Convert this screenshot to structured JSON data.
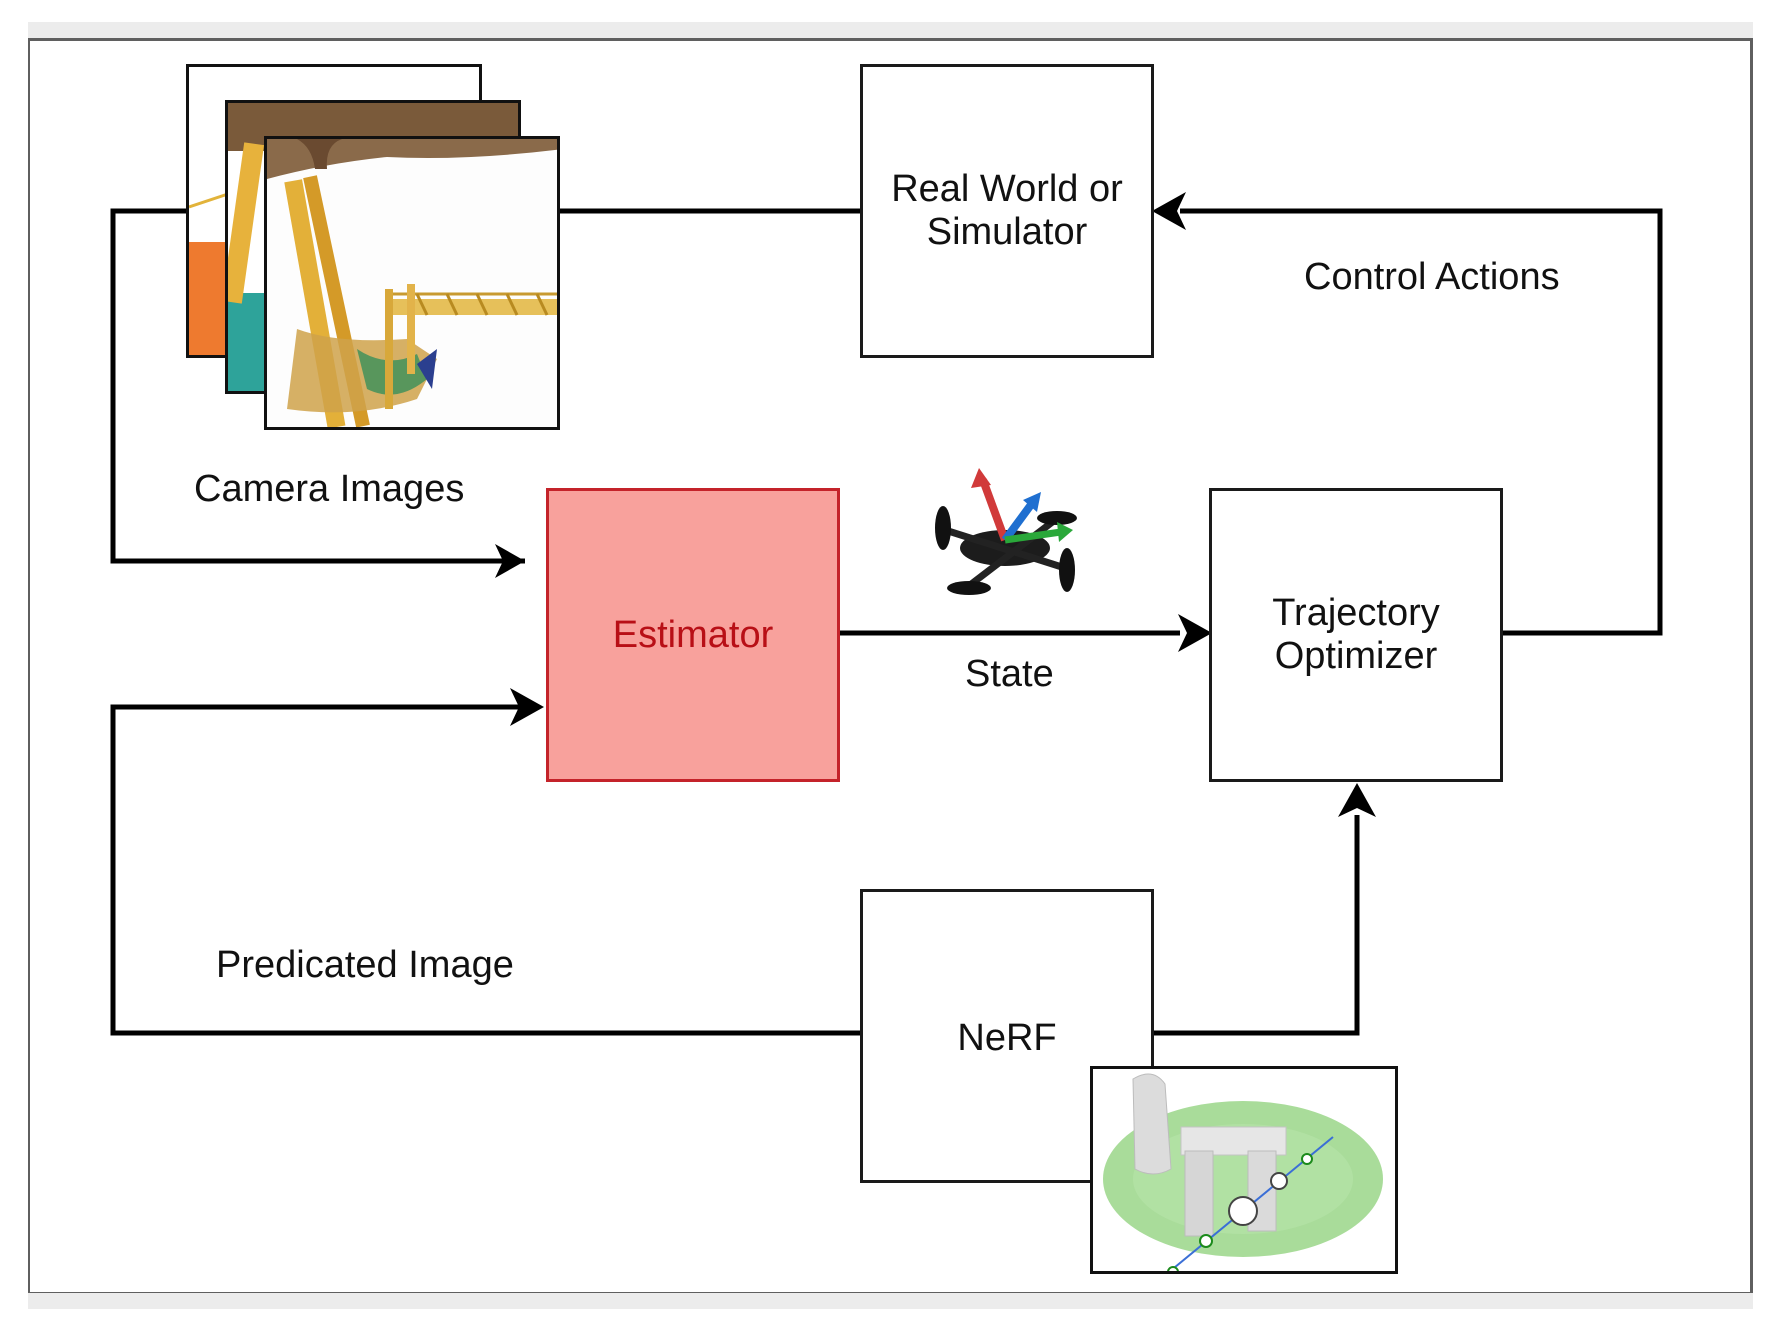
{
  "diagram": {
    "nodes": {
      "real_world": "Real World or\nSimulator",
      "estimator": "Estimator",
      "trajectory_optimizer": "Trajectory\nOptimizer",
      "nerf": "NeRF"
    },
    "edge_labels": {
      "camera_images": "Camera Images",
      "control_actions": "Control Actions",
      "state": "State",
      "predicated_image": "Predicated Image"
    },
    "icons": {
      "camera_frames": "camera-image-stack-icon",
      "drone": "quadrotor-drone-icon",
      "nerf_scene": "stonehenge-trajectory-icon"
    },
    "colors": {
      "estimator_fill": "#f8a19c",
      "estimator_text": "#b80f16",
      "estimator_border": "#c4232a",
      "line": "#000000"
    }
  }
}
